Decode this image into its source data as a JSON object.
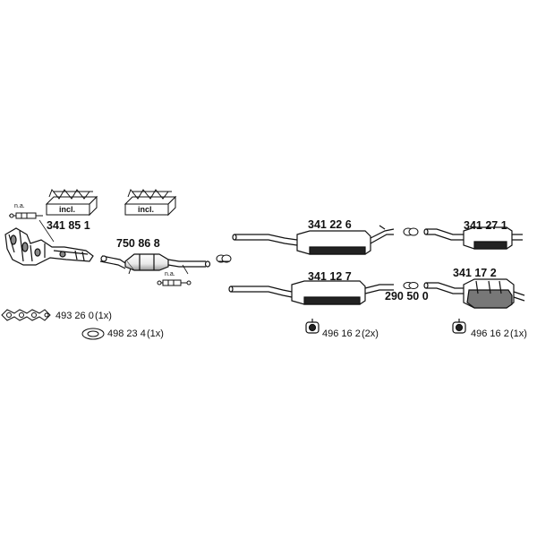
{
  "parts": {
    "manifold": "341 85 1",
    "catalyst": "750 86 8",
    "middle_upper": "341 22 6",
    "middle_lower": "341 12 7",
    "connector": "290 50 0",
    "rear_upper": "341 27 1",
    "rear_lower": "341 17 2"
  },
  "na_labels": [
    "n.a.",
    "n.a."
  ],
  "box_labels": [
    "incl.",
    "incl."
  ],
  "fittings": {
    "gasket_strip": {
      "number": "493 26 0",
      "qty": "(1x)"
    },
    "ring_gasket": {
      "number": "498 23 4",
      "qty": "(1x)"
    },
    "hanger_middle": {
      "number": "496 16 2",
      "qty": "(2x)"
    },
    "hanger_rear": {
      "number": "496 16 2",
      "qty": "(1x)"
    }
  },
  "colors": {
    "line": "#111111",
    "fill": "#ffffff",
    "shade": "#555555"
  }
}
